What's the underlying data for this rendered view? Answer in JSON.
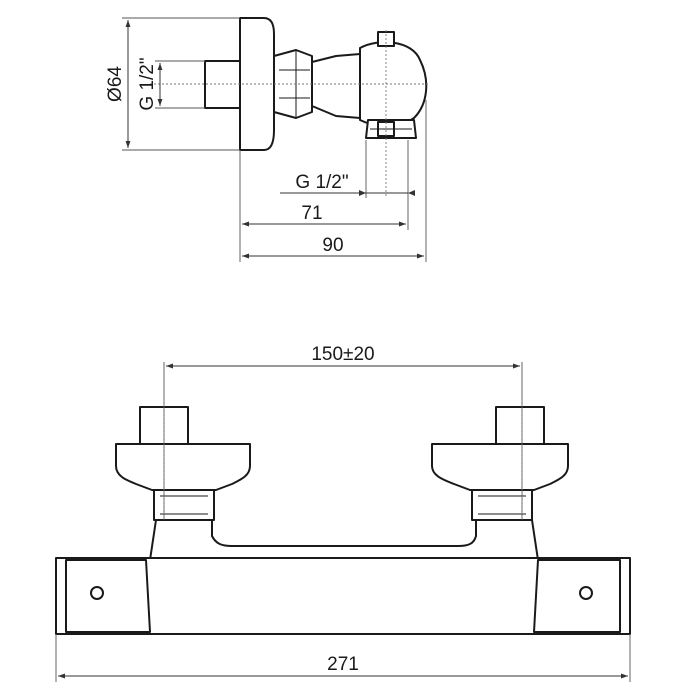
{
  "dimensions": {
    "side_diameter": "Ø64",
    "side_thread": "G 1/2\"",
    "outlet_thread": "G 1/2\"",
    "depth_inner": "71",
    "depth_total": "90",
    "inlet_spacing": "150±20",
    "total_length": "271"
  },
  "colors": {
    "line": "#1a1a1a",
    "background": "#ffffff"
  }
}
